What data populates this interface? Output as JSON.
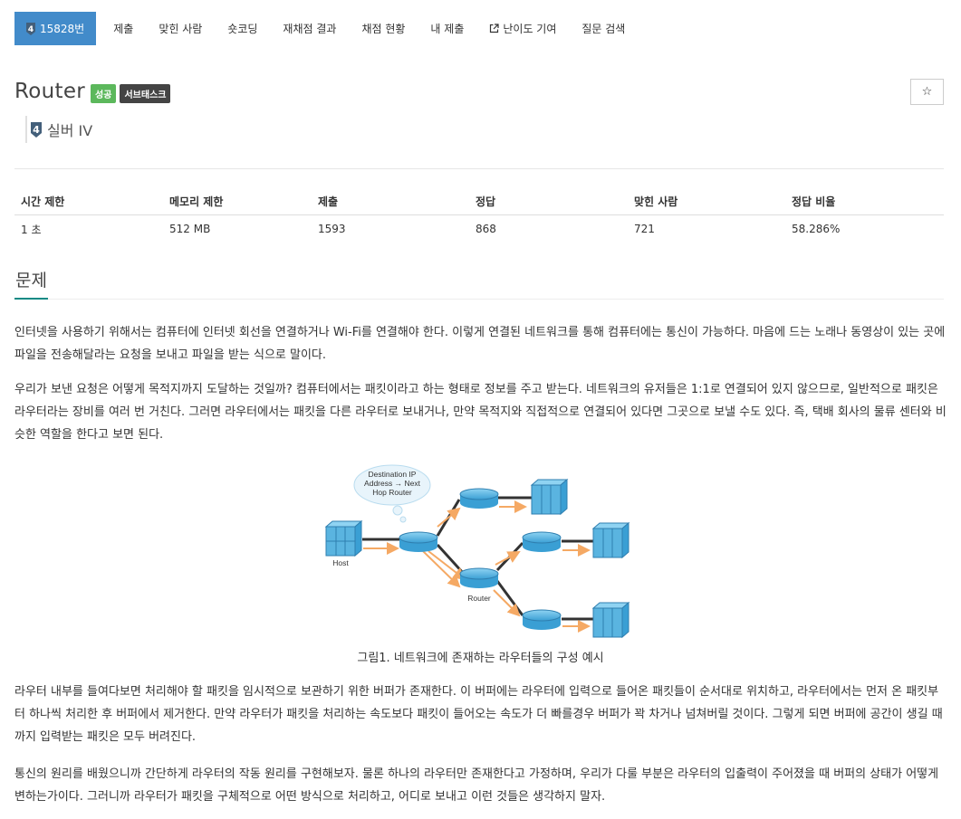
{
  "nav": {
    "problem_number": "15828번",
    "items": [
      "제출",
      "맞힌 사람",
      "숏코딩",
      "재채점 결과",
      "채점 현황",
      "내 제출",
      "난이도 기여",
      "질문 검색"
    ]
  },
  "problem": {
    "title": "Router",
    "labels": [
      "성공",
      "서브태스크"
    ],
    "tier": "실버 IV",
    "star": "☆"
  },
  "stats": {
    "headers": [
      "시간 제한",
      "메모리 제한",
      "제출",
      "정답",
      "맞힌 사람",
      "정답 비율"
    ],
    "values": [
      "1 초",
      "512 MB",
      "1593",
      "868",
      "721",
      "58.286%"
    ]
  },
  "section": {
    "title": "문제"
  },
  "paragraphs": [
    "인터넷을 사용하기 위해서는 컴퓨터에 인터넷 회선을 연결하거나 Wi-Fi를 연결해야 한다. 이렇게 연결된 네트워크를 통해 컴퓨터에는 통신이 가능하다. 마음에 드는 노래나 동영상이 있는 곳에 파일을 전송해달라는 요청을 보내고 파일을 받는 식으로 말이다.",
    "우리가 보낸 요청은 어떻게 목적지까지 도달하는 것일까? 컴퓨터에서는 패킷이라고 하는 형태로 정보를 주고 받는다. 네트워크의 유저들은 1:1로 연결되어 있지 않으므로, 일반적으로 패킷은 라우터라는 장비를 여러 번 거친다. 그러면 라우터에서는 패킷을 다른 라우터로 보내거나, 만약 목적지와 직접적으로 연결되어 있다면 그곳으로 보낼 수도 있다. 즉, 택배 회사의 물류 센터와 비슷한 역할을 한다고 보면 된다.",
    "라우터 내부를 들여다보면 처리해야 할 패킷을 임시적으로 보관하기 위한 버퍼가 존재한다. 이 버퍼에는 라우터에 입력으로 들어온 패킷들이 순서대로 위치하고, 라우터에서는 먼저 온 패킷부터 하나씩 처리한 후 버퍼에서 제거한다. 만약 라우터가 패킷을 처리하는 속도보다 패킷이 들어오는 속도가 더 빠를경우 버퍼가 꽉 차거나 넘쳐버릴 것이다. 그렇게 되면 버퍼에 공간이 생길 때까지 입력받는 패킷은 모두 버려진다.",
    "통신의 원리를 배웠으니까 간단하게 라우터의 작동 원리를 구현해보자. 물론 하나의 라우터만 존재한다고 가정하며, 우리가 다룰 부분은 라우터의 입출력이 주어졌을 때 버퍼의 상태가 어떻게 변하는가이다. 그러니까 라우터가 패킷을 구체적으로 어떤 방식으로 처리하고, 어디로 보내고 이런 것들은 생각하지 말자."
  ],
  "figure": {
    "cloud_text": [
      "Destination IP",
      "Address → Next",
      "Hop Router"
    ],
    "host_label": "Host",
    "router_label": "Router",
    "caption": "그림1. 네트워크에 존재하는 라우터들의 구성 예시"
  },
  "colors": {
    "accent": "#428bca",
    "success": "#5cb85c",
    "dark_label": "#444444",
    "section_underline": "#0e8a84",
    "arrow": "#f5a964",
    "device_blue": "#5ab4e0"
  }
}
